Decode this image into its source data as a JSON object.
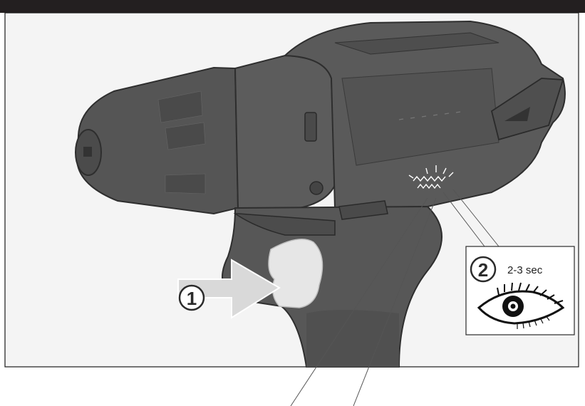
{
  "steps": [
    {
      "number": "1",
      "action": "press-trigger"
    },
    {
      "number": "2",
      "action": "watch-led",
      "duration": "2-3 sec"
    }
  ],
  "icons": {
    "arrow": "arrow-right-icon",
    "eye": "eye-icon",
    "led": "led-flash-icon"
  },
  "colors": {
    "header_bar": "#231f20",
    "tool_body": "#5a5a5a",
    "tool_dark": "#3f3f3f",
    "background": "#f4f4f4",
    "trigger": "#e6e6e6",
    "arrow_fill": "#d9d9d9"
  }
}
